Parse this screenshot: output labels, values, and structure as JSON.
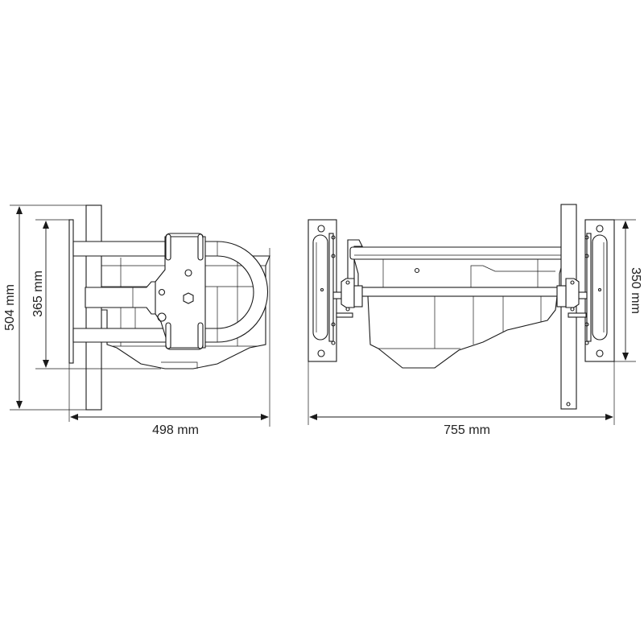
{
  "side_view": {
    "total_height": "504 mm",
    "plate_height": "365 mm",
    "depth": "498 mm"
  },
  "front_view": {
    "width": "755 mm",
    "plate_height": "350 mm"
  },
  "colors": {
    "line": "#1a1a1a",
    "background": "#ffffff"
  }
}
